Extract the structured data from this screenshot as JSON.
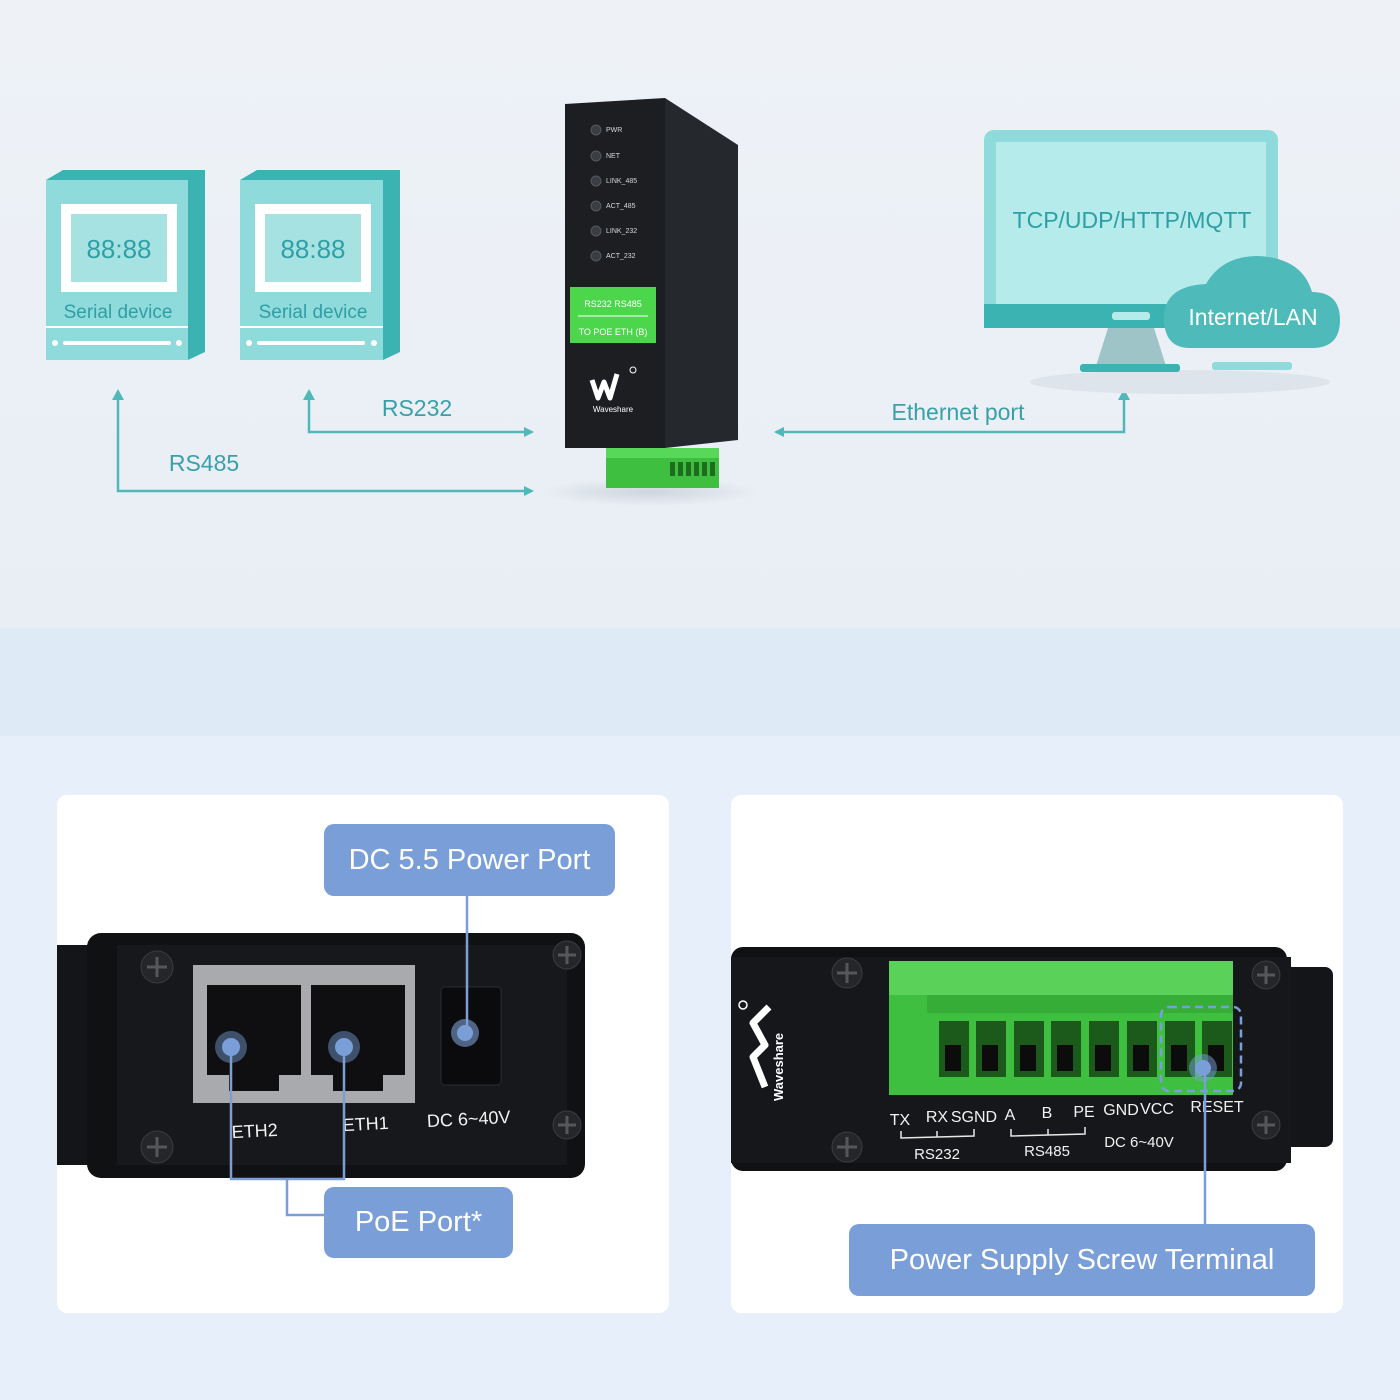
{
  "diagram": {
    "serial_devices": [
      {
        "display": "88:88",
        "label": "Serial device"
      },
      {
        "display": "88:88",
        "label": "Serial device"
      }
    ],
    "links": {
      "rs232": "RS232",
      "rs485": "RS485",
      "ethernet": "Ethernet port"
    },
    "network": {
      "protocols": "TCP/UDP/HTTP/MQTT",
      "cloud": "Internet/LAN"
    },
    "device": {
      "leds": [
        "PWR",
        "NET",
        "LINK_485",
        "ACT_485",
        "LINK_232",
        "ACT_232"
      ],
      "model_line1": "RS232 RS485",
      "model_line2": "TO POE ETH (B)",
      "brand": "Waveshare"
    }
  },
  "left_panel": {
    "callout_power": "DC 5.5 Power Port",
    "callout_poe": "PoE Port*",
    "port_labels": [
      "ETH2",
      "ETH1",
      "DC 6~40V"
    ]
  },
  "right_panel": {
    "callout_terminal": "Power Supply Screw Terminal",
    "brand": "Waveshare",
    "terminal_labels": [
      "TX",
      "RX",
      "SGND",
      "A",
      "B",
      "PE",
      "GND",
      "VCC",
      "RESET"
    ],
    "group_labels": [
      "RS232",
      "RS485",
      "DC 6~40V"
    ]
  }
}
